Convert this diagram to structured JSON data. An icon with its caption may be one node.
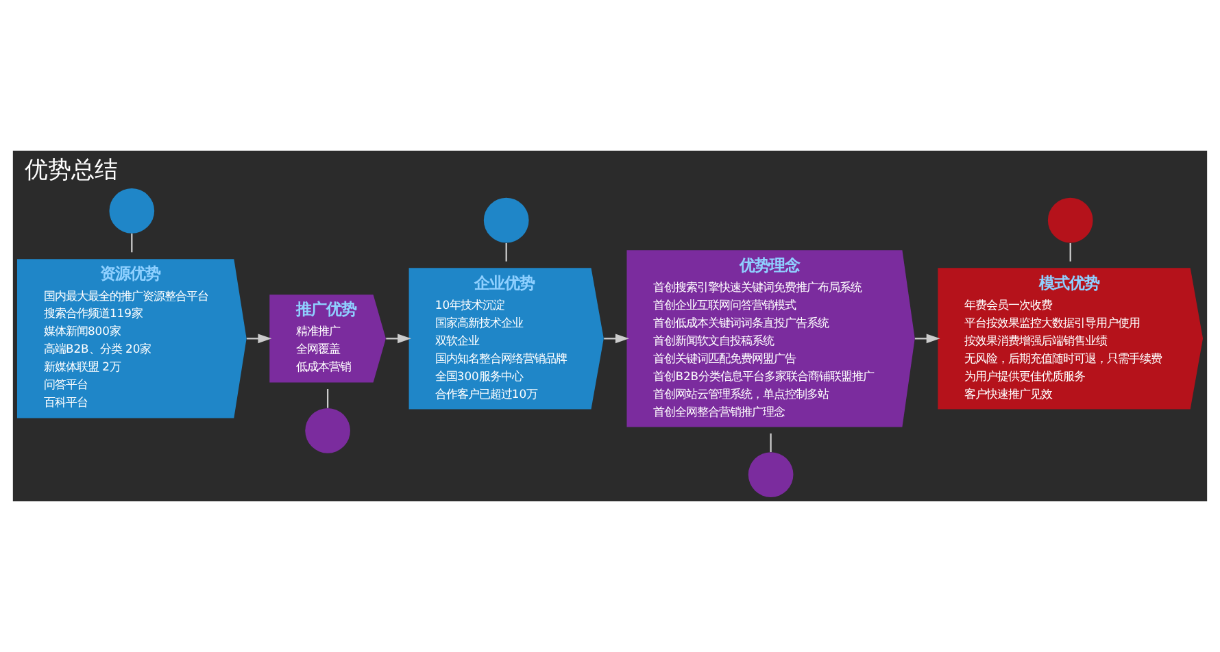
{
  "diagram": {
    "title": "优势总结",
    "nodes": [
      {
        "text": [
          "资源优势",
          "国内最大最全的推广资源整合平台",
          "搜索合作频道119家",
          "媒体新闻800家",
          "高端B2B、分类 20家",
          "新媒体联盟 2万",
          "问答平台",
          "百科平台"
        ]
      },
      {
        "text": [
          "推广优势",
          "精准推广",
          "全网覆盖",
          "低成本营销"
        ]
      },
      {
        "text": [
          "企业优势",
          "10年技术沉淀",
          "国家高新技术企业",
          "双软企业",
          "国内知名整合网络营销品牌",
          "全国300服务中心",
          "合作客户已超过10万"
        ]
      },
      {
        "text": [
          "优势理念",
          "首创搜索引擎快速关键词免费推广布局系统",
          "首创企业互联网问答营销模式",
          "首创低成本关键词词条直投广告系统",
          "首创新闻软文自投稿系统",
          "首创关键词匹配免费网盟广告",
          "首创B2B分类信息平台多家联合商铺联盟推广",
          "首创网站云管理系统，单点控制多站",
          "首创全网整合营销推广理念"
        ]
      },
      {
        "text": [
          "模式优势",
          "年费会员一次收费",
          "平台按效果监控大数据引导用户使用",
          "按效果消费增强后端销售业绩",
          "无风险，后期充值随时可退，只需手续费",
          "为用户提供更佳优质服务",
          "客户快速推广见效"
        ]
      },
      {
        "text": [],
        "shape": "circle"
      },
      {
        "text": [],
        "shape": "circle"
      },
      {
        "text": [],
        "shape": "circle"
      },
      {
        "text": [],
        "shape": "circle"
      },
      {
        "text": [],
        "shape": "circle"
      }
    ],
    "edges": [
      {
        "from": 0,
        "to": 1,
        "arrow": "to"
      },
      {
        "from": 1,
        "to": 2,
        "arrow": "to"
      },
      {
        "from": 2,
        "to": 3,
        "arrow": "to"
      },
      {
        "from": 3,
        "to": 4,
        "arrow": "to"
      },
      {
        "from": 5,
        "to": 0,
        "arrow": "none"
      },
      {
        "from": 1,
        "to": 6,
        "arrow": "none"
      },
      {
        "from": 7,
        "to": 2,
        "arrow": "none"
      },
      {
        "from": 3,
        "to": 8,
        "arrow": "none"
      },
      {
        "from": 9,
        "to": 4,
        "arrow": "none"
      }
    ]
  }
}
